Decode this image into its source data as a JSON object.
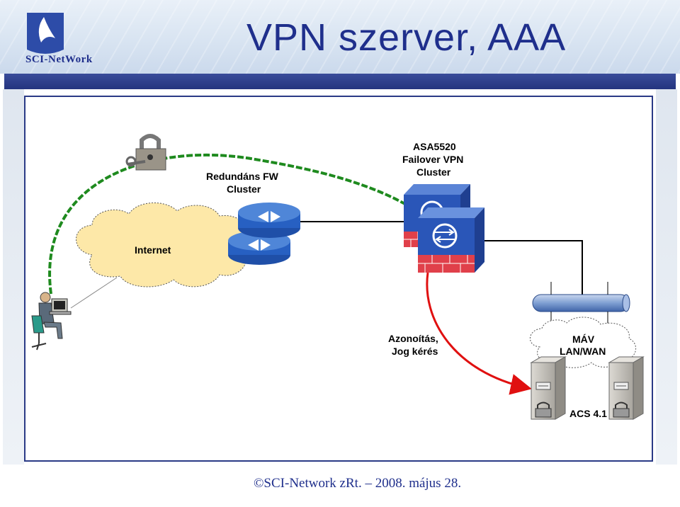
{
  "slide": {
    "title": "VPN szerver, AAA",
    "logo_text": "SCI-NetWork",
    "footer": "©SCI-Network zRt. – 2008. május 28."
  },
  "diagram": {
    "fw_label": [
      "Redundáns FW",
      "Cluster"
    ],
    "vpn_label": [
      "ASA5520",
      "Failover VPN",
      "Cluster"
    ],
    "internet_label": "Internet",
    "auth_label": [
      "Azonoítás,",
      "Jog kérés"
    ],
    "lan_label": [
      "MÁV",
      "LAN/WAN"
    ],
    "acs_label": "ACS 4.1",
    "colors": {
      "tunnel": "#1e8a1e",
      "auth_arrow": "#e01010",
      "cloud": "#fde8a8",
      "router": "#1f4fa8",
      "asa": "#2a56b8",
      "brick": "#e0404a",
      "server": "#c9c6c0"
    }
  }
}
